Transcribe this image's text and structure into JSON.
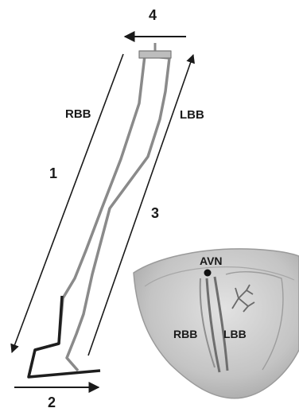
{
  "labels": {
    "segment_1": "1",
    "segment_2": "2",
    "segment_3": "3",
    "segment_4": "4",
    "rbb_top": "RBB",
    "lbb_top": "LBB",
    "avn": "AVN",
    "rbb_heart": "RBB",
    "lbb_heart": "LBB"
  },
  "colors": {
    "arrow": "#1a1a1a",
    "branch_gray": "#8a8a8a",
    "branch_dark": "#1e1e1e",
    "heart_fill": "#c9c9c9",
    "heart_edge": "#9a9a9a"
  }
}
